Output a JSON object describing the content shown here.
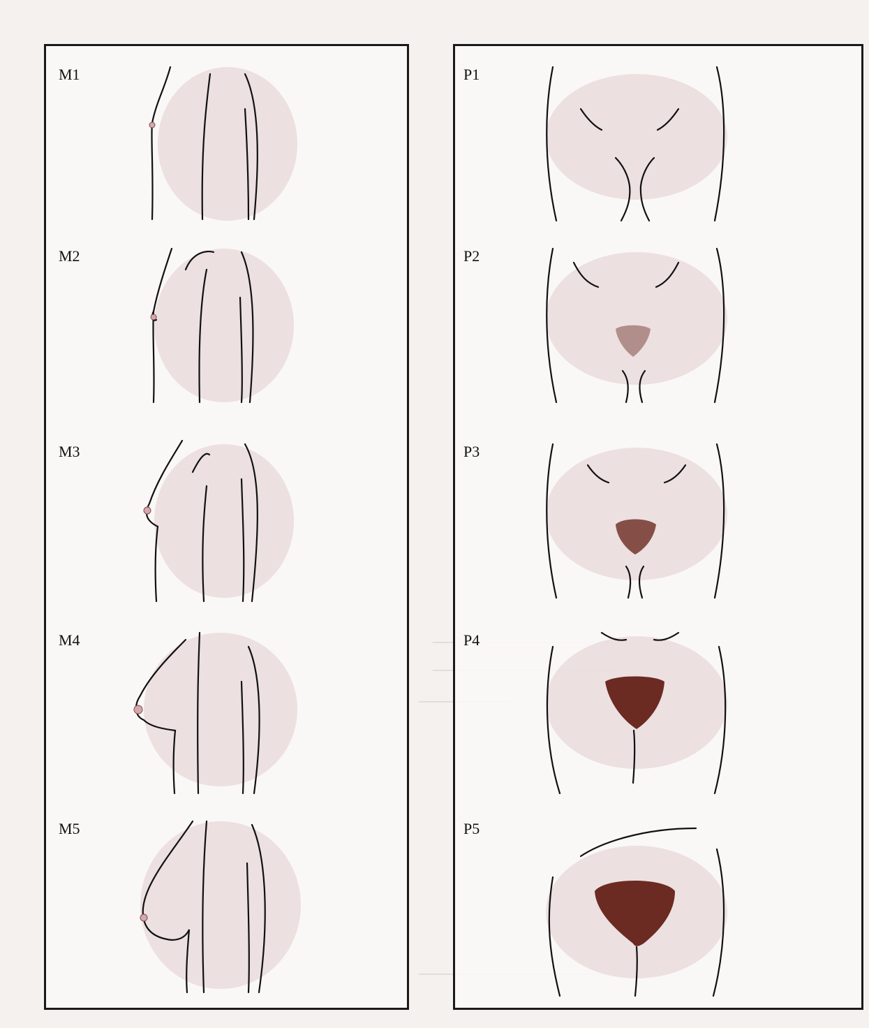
{
  "breast_stages": [
    "M1",
    "M2",
    "M3",
    "M4",
    "M5"
  ],
  "pubic_stages": [
    "P1",
    "P2",
    "P3",
    "P4",
    "P5"
  ],
  "colors": {
    "border": "#1a1a1a",
    "skin_shading": "#e6d6d9",
    "hair": "#6b2a22",
    "areola": "#d5a8ad",
    "page_background": "#f4f1ef"
  }
}
